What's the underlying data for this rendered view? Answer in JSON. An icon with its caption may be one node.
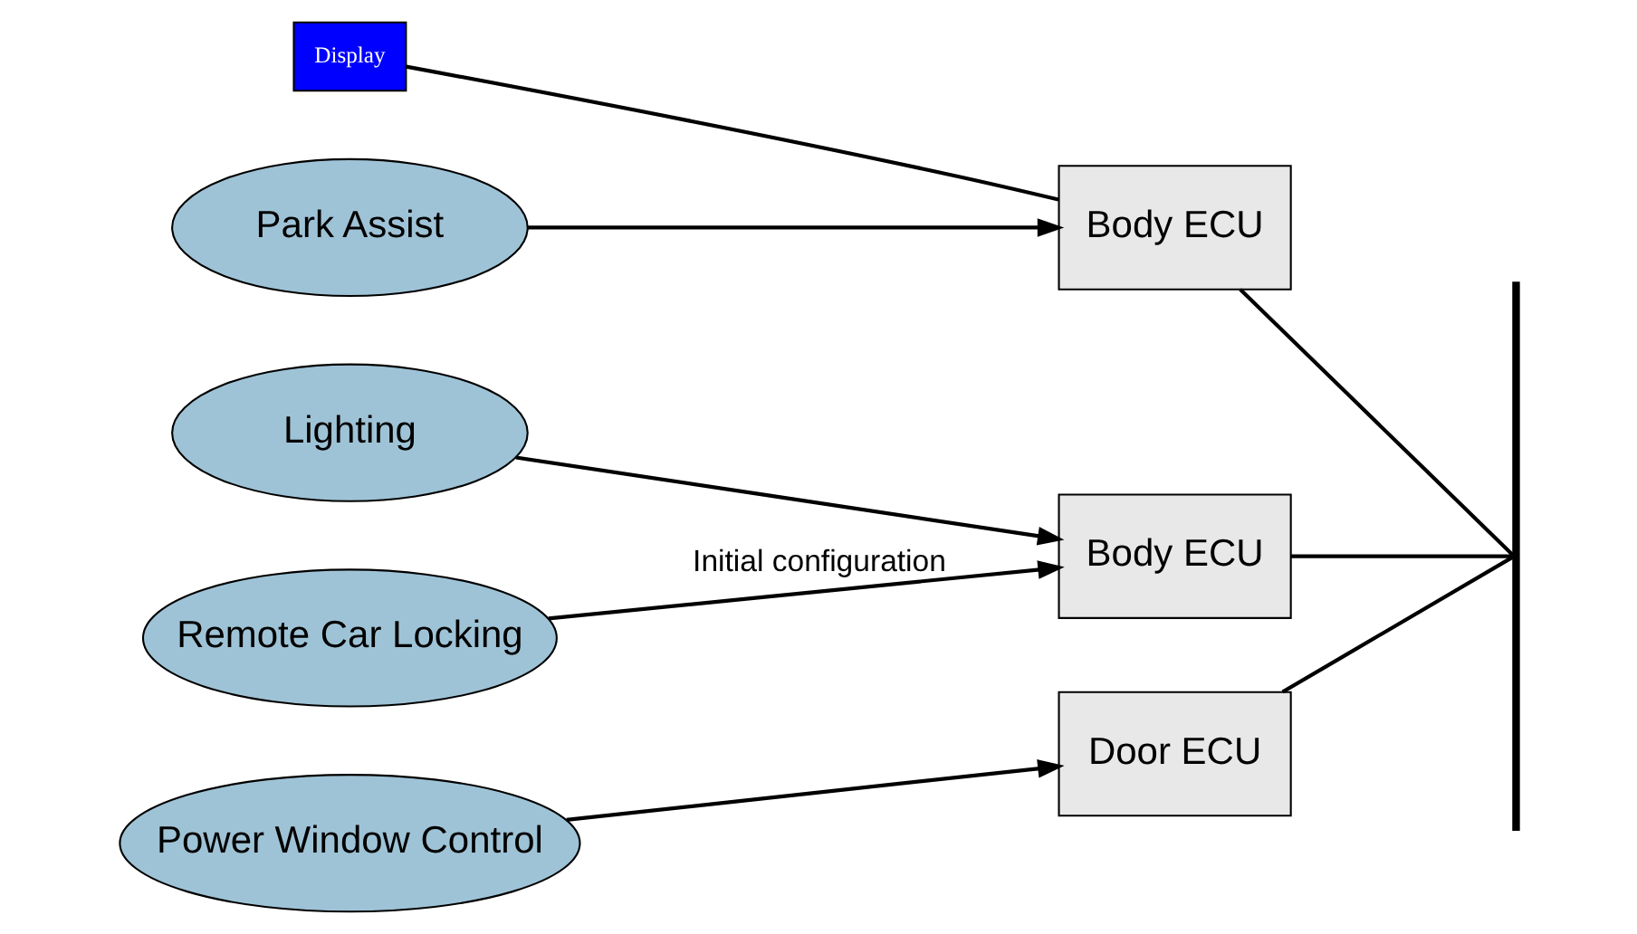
{
  "diagram": {
    "nodes": [
      {
        "text": [
          "Remote Car Locking"
        ]
      },
      {
        "text": [
          "Park Assist"
        ]
      },
      {
        "text": [
          "Lighting"
        ]
      },
      {
        "text": [
          "Power Window Control"
        ]
      },
      {
        "text": [
          "Body ECU"
        ]
      },
      {
        "text": [
          "Body ECU"
        ]
      },
      {
        "text": [
          "Display"
        ]
      },
      {
        "text": [
          "Door ECU"
        ]
      },
      {
        "text": [],
        "shape": "bar"
      }
    ],
    "edges": [
      {
        "from": 0,
        "to": 4,
        "arrow": "to",
        "label": "Initial configuration"
      },
      {
        "from": 1,
        "to": 5,
        "arrow": "to"
      },
      {
        "from": 2,
        "to": 4,
        "arrow": "to"
      },
      {
        "from": 3,
        "to": 7,
        "arrow": "to"
      },
      {
        "from": 6,
        "to": 5,
        "arrow": "none"
      },
      {
        "from": 4,
        "to": 8,
        "arrow": "none"
      },
      {
        "from": 5,
        "to": 8,
        "arrow": "none"
      },
      {
        "from": 7,
        "to": 8,
        "arrow": "none"
      }
    ]
  }
}
